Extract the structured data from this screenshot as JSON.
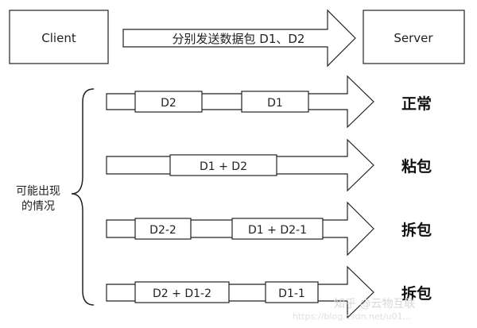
{
  "top": {
    "client_label": "Client",
    "server_label": "Server",
    "arrow_label": "分别发送数据包 D1、D2"
  },
  "side_label_line1": "可能出现",
  "side_label_line2": "的情况",
  "cases": [
    {
      "label": "正常",
      "packets": [
        "D2",
        "D1"
      ]
    },
    {
      "label": "粘包",
      "packets": [
        "D1 + D2"
      ]
    },
    {
      "label": "拆包",
      "packets": [
        "D2-2",
        "D1 + D2-1"
      ]
    },
    {
      "label": "拆包",
      "packets": [
        "D2 + D1-2",
        "D1-1"
      ]
    }
  ],
  "watermark": "知乎 @云物互联",
  "watermark_url": "https://blog.csdn.net/u01..."
}
